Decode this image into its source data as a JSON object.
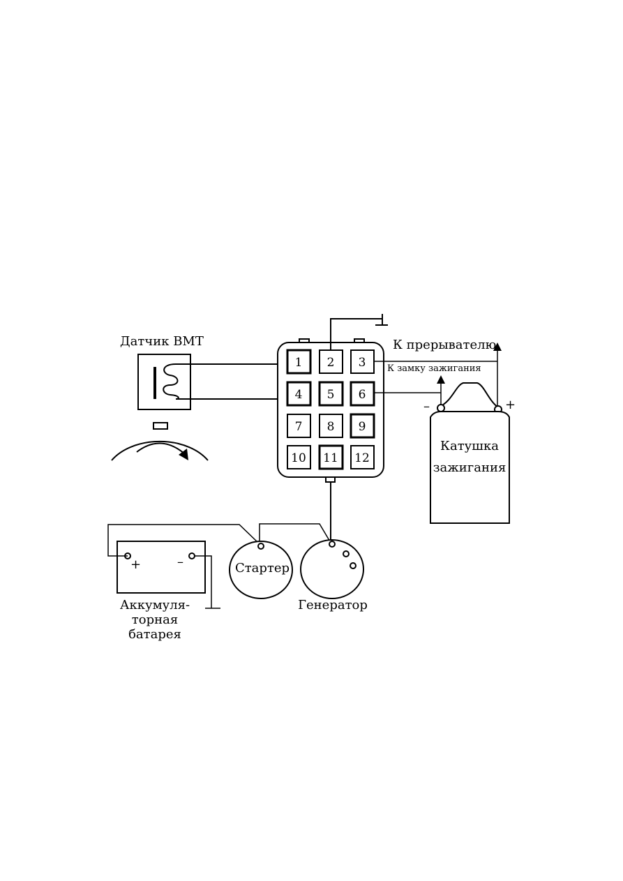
{
  "labels": {
    "tdc_sensor": "Датчик ВМТ",
    "to_breaker": "К прерывателю",
    "to_ignition_switch": "К замку зажигания",
    "coil_line1": "Катушка",
    "coil_line2": "зажигания",
    "starter": "Стартер",
    "generator": "Генератор",
    "battery_line1": "Аккумуля-",
    "battery_line2": "торная",
    "battery_line3": "батарея",
    "plus": "+",
    "minus": "–"
  },
  "connector_pins": [
    "1",
    "2",
    "3",
    "4",
    "5",
    "6",
    "7",
    "8",
    "9",
    "10",
    "11",
    "12"
  ]
}
